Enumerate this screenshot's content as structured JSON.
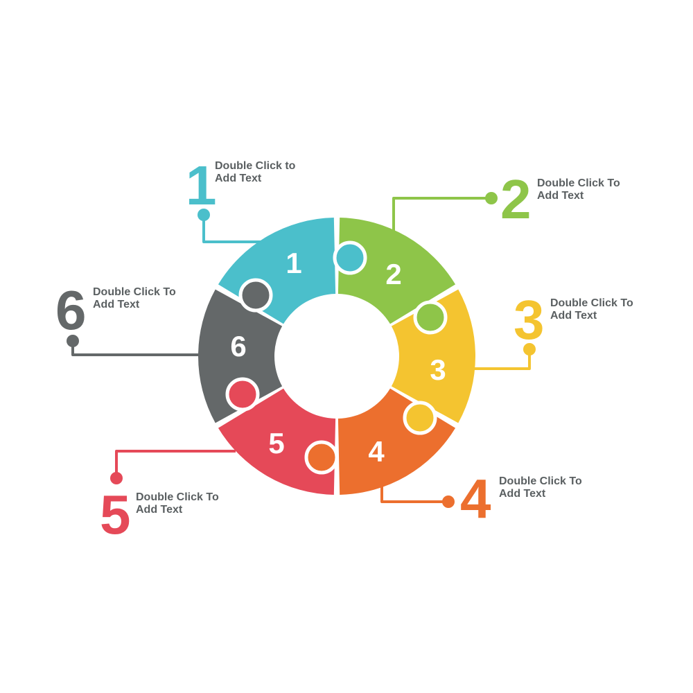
{
  "steps": [
    {
      "number": "1",
      "line1": "Double Click to",
      "line2": "Add Text",
      "color": "#4bbfcb"
    },
    {
      "number": "2",
      "line1": "Double Click To",
      "line2": "Add Text",
      "color": "#8ec549"
    },
    {
      "number": "3",
      "line1": "Double Click To",
      "line2": "Add Text",
      "color": "#f4c430"
    },
    {
      "number": "4",
      "line1": "Double Click To",
      "line2": "Add Text",
      "color": "#ec6f2e"
    },
    {
      "number": "5",
      "line1": "Double Click To",
      "line2": "Add Text",
      "color": "#e54958"
    },
    {
      "number": "6",
      "line1": "Double Click To",
      "line2": "Add Text",
      "color": "#646869"
    }
  ]
}
